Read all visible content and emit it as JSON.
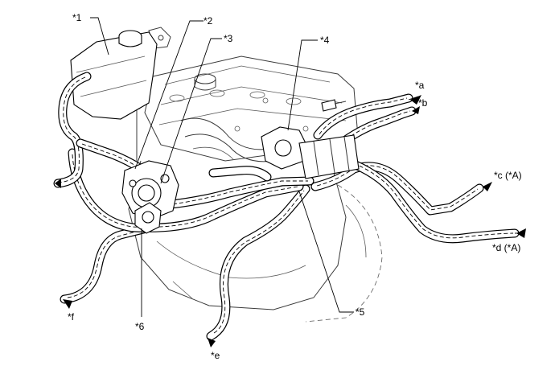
{
  "callouts": [
    {
      "id": "1",
      "text": "*1"
    },
    {
      "id": "2",
      "text": "*2"
    },
    {
      "id": "3",
      "text": "*3"
    },
    {
      "id": "4",
      "text": "*4"
    },
    {
      "id": "5",
      "text": "*5"
    },
    {
      "id": "6",
      "text": "*6"
    },
    {
      "id": "a",
      "text": "*a"
    },
    {
      "id": "b",
      "text": "*b"
    },
    {
      "id": "c",
      "text": "*c (*A)"
    },
    {
      "id": "d",
      "text": "*d (*A)"
    },
    {
      "id": "e",
      "text": "*e"
    },
    {
      "id": "f",
      "text": "*f"
    }
  ]
}
